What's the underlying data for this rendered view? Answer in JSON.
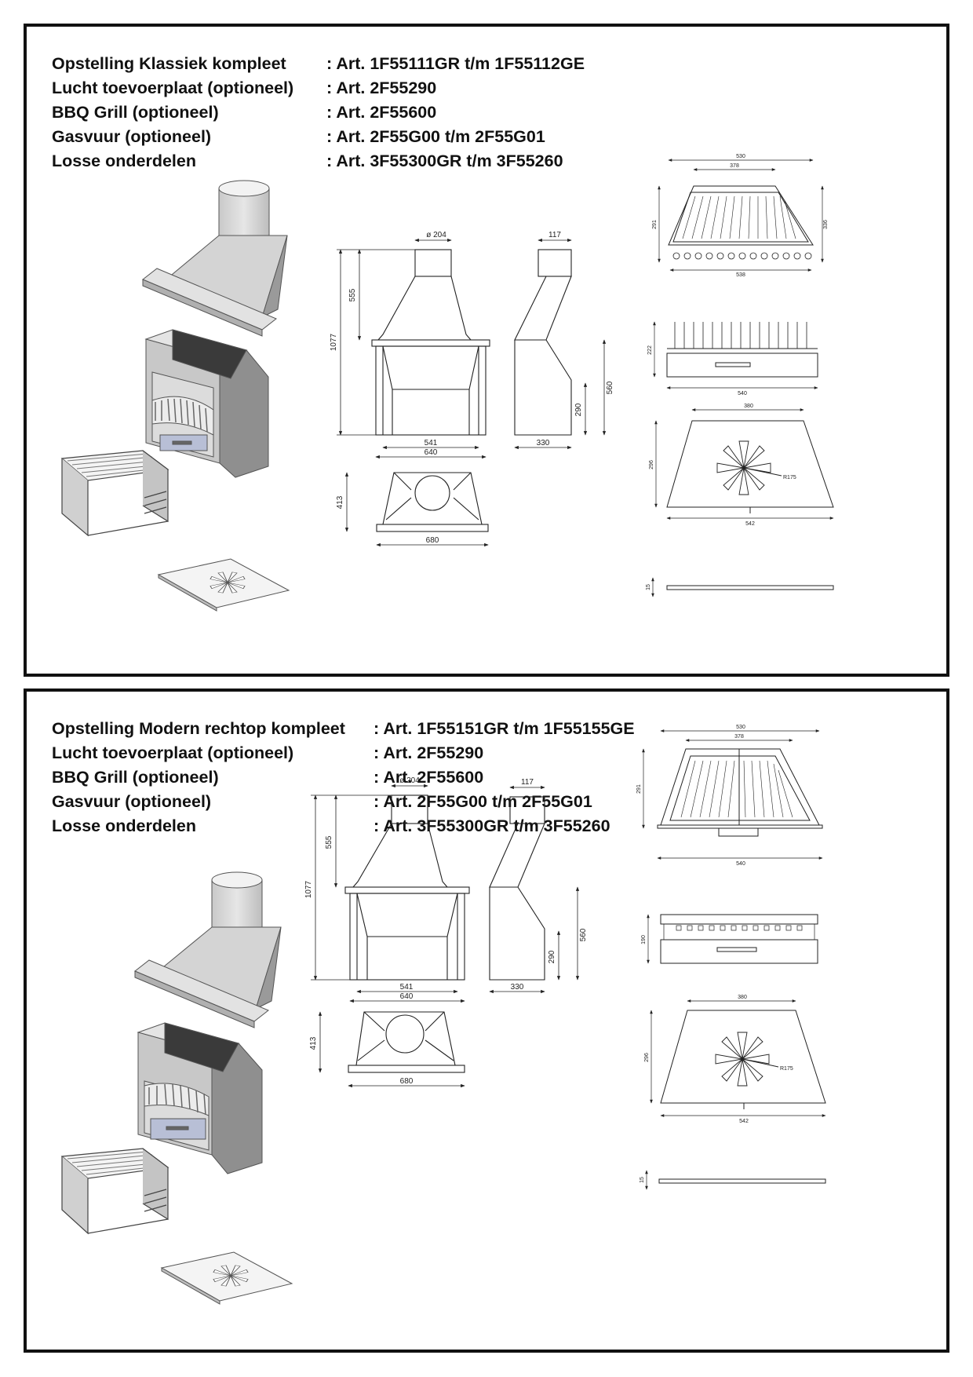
{
  "sheets": [
    {
      "specs": [
        {
          "label": "Opstelling  Klassiek kompleet",
          "value": ": Art. 1F55111GR t/m 1F55112GE"
        },
        {
          "label": "Lucht toevoerplaat (optioneel)",
          "value": ": Art. 2F55290"
        },
        {
          "label": "BBQ Grill (optioneel)",
          "value": ": Art. 2F55600"
        },
        {
          "label": "Gasvuur (optioneel)",
          "value": ": Art. 2F55G00 t/m 2F55G01"
        },
        {
          "label": "Losse onderdelen",
          "value": ": Art. 3F55300GR t/m 3F55260"
        }
      ],
      "dims": {
        "flue": "ø 204",
        "hood_height": "555",
        "total_height": "1077",
        "inner_width": "541",
        "outer_width": "640",
        "base_width": "680",
        "depth_top": "117",
        "depth": "330",
        "fire_height": "290",
        "hearth_height": "560",
        "plan_depth": "413",
        "grate_top": "378",
        "grate_outer": "530",
        "grate_height_l": "291",
        "grate_height_r": "336",
        "grate_bottom": "538",
        "burner_height": "222",
        "burner_width": "540",
        "plate_top": "380",
        "plate_depth": "296",
        "plate_bottom": "542",
        "plate_radius": "R175",
        "plate_thickness": "15"
      }
    },
    {
      "specs": [
        {
          "label": "Opstelling  Modern rechtop kompleet",
          "value": ": Art. 1F55151GR t/m 1F55155GE"
        },
        {
          "label": "Lucht toevoerplaat (optioneel)",
          "value": ": Art. 2F55290"
        },
        {
          "label": "BBQ Grill (optioneel)",
          "value": ": Art. 2F55600"
        },
        {
          "label": "Gasvuur (optioneel)",
          "value": ": Art. 2F55G00 t/m 2F55G01"
        },
        {
          "label": "Losse onderdelen",
          "value": ": Art. 3F55300GR t/m 3F55260"
        }
      ],
      "dims": {
        "flue": "ø 204",
        "hood_height": "555",
        "total_height": "1077",
        "inner_width": "541",
        "outer_width": "640",
        "base_width": "680",
        "depth_top": "117",
        "depth": "330",
        "fire_height": "290",
        "hearth_height": "560",
        "plan_depth": "413",
        "grate_top": "378",
        "grate_outer": "530",
        "grate_height_l": "291",
        "grate_bottom": "540",
        "burner_height": "190",
        "plate_top": "380",
        "plate_depth": "296",
        "plate_bottom": "542",
        "plate_radius": "R175",
        "plate_thickness": "15"
      }
    }
  ]
}
